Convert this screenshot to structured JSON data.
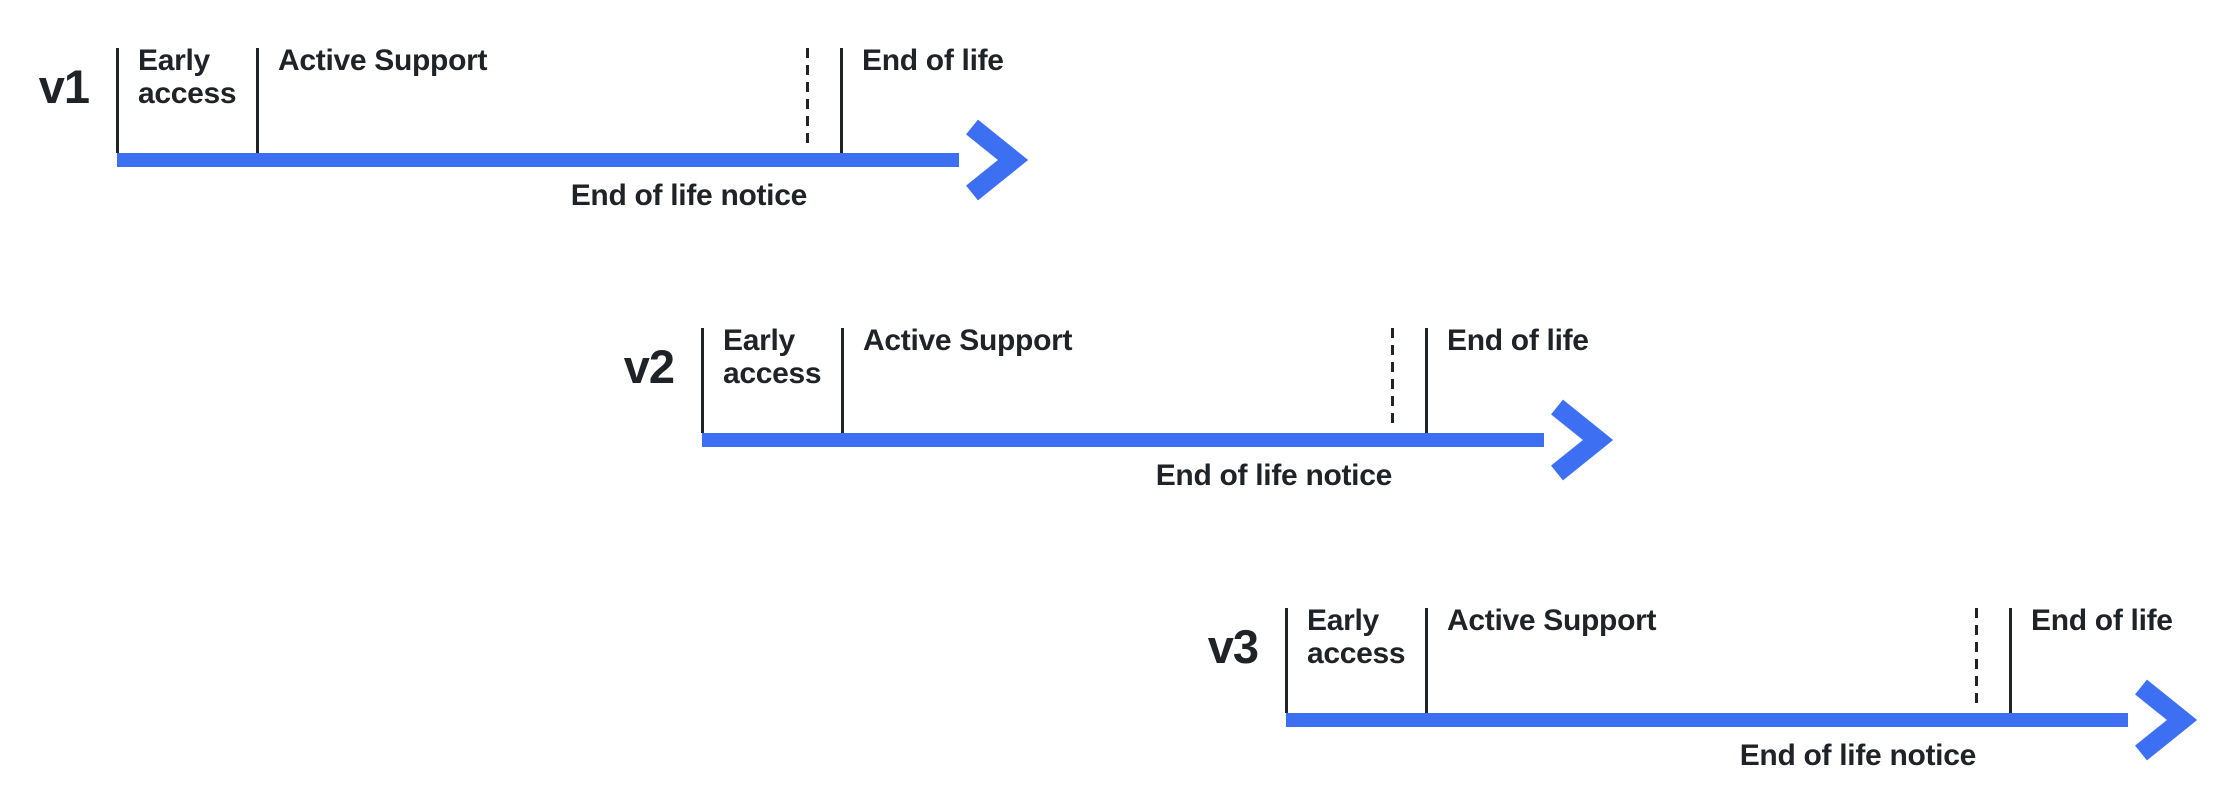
{
  "canvas": {
    "background": "#ffffff"
  },
  "colors": {
    "arrow_blue": "#3D6FF2",
    "ink": "#1F2328"
  },
  "timelines": [
    {
      "version": "v1",
      "phases": {
        "early_access": "Early access",
        "active_support": "Active Support",
        "end_of_life": "End of life"
      },
      "annotation": "End of life notice"
    },
    {
      "version": "v2",
      "phases": {
        "early_access": "Early access",
        "active_support": "Active Support",
        "end_of_life": "End of life"
      },
      "annotation": "End of life notice"
    },
    {
      "version": "v3",
      "phases": {
        "early_access": "Early access",
        "active_support": "Active Support",
        "end_of_life": "End of life"
      },
      "annotation": "End of life notice"
    }
  ]
}
